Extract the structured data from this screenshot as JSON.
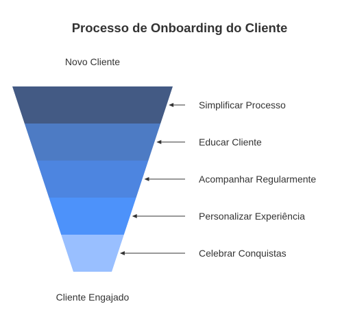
{
  "title": "Processo de Onboarding do Cliente",
  "top_label": "Novo Cliente",
  "bottom_label": "Cliente Engajado",
  "stages": [
    {
      "label": "Simplificar Processo",
      "color": "#435a84"
    },
    {
      "label": "Educar Cliente",
      "color": "#4d7bc4"
    },
    {
      "label": "Acompanhar Regularmente",
      "color": "#4d85e0"
    },
    {
      "label": "Personalizar Experiência",
      "color": "#4d92fa"
    },
    {
      "label": "Celebrar Conquistas",
      "color": "#99bfff"
    }
  ],
  "arrow_color": "#333333",
  "text_color": "#333333"
}
